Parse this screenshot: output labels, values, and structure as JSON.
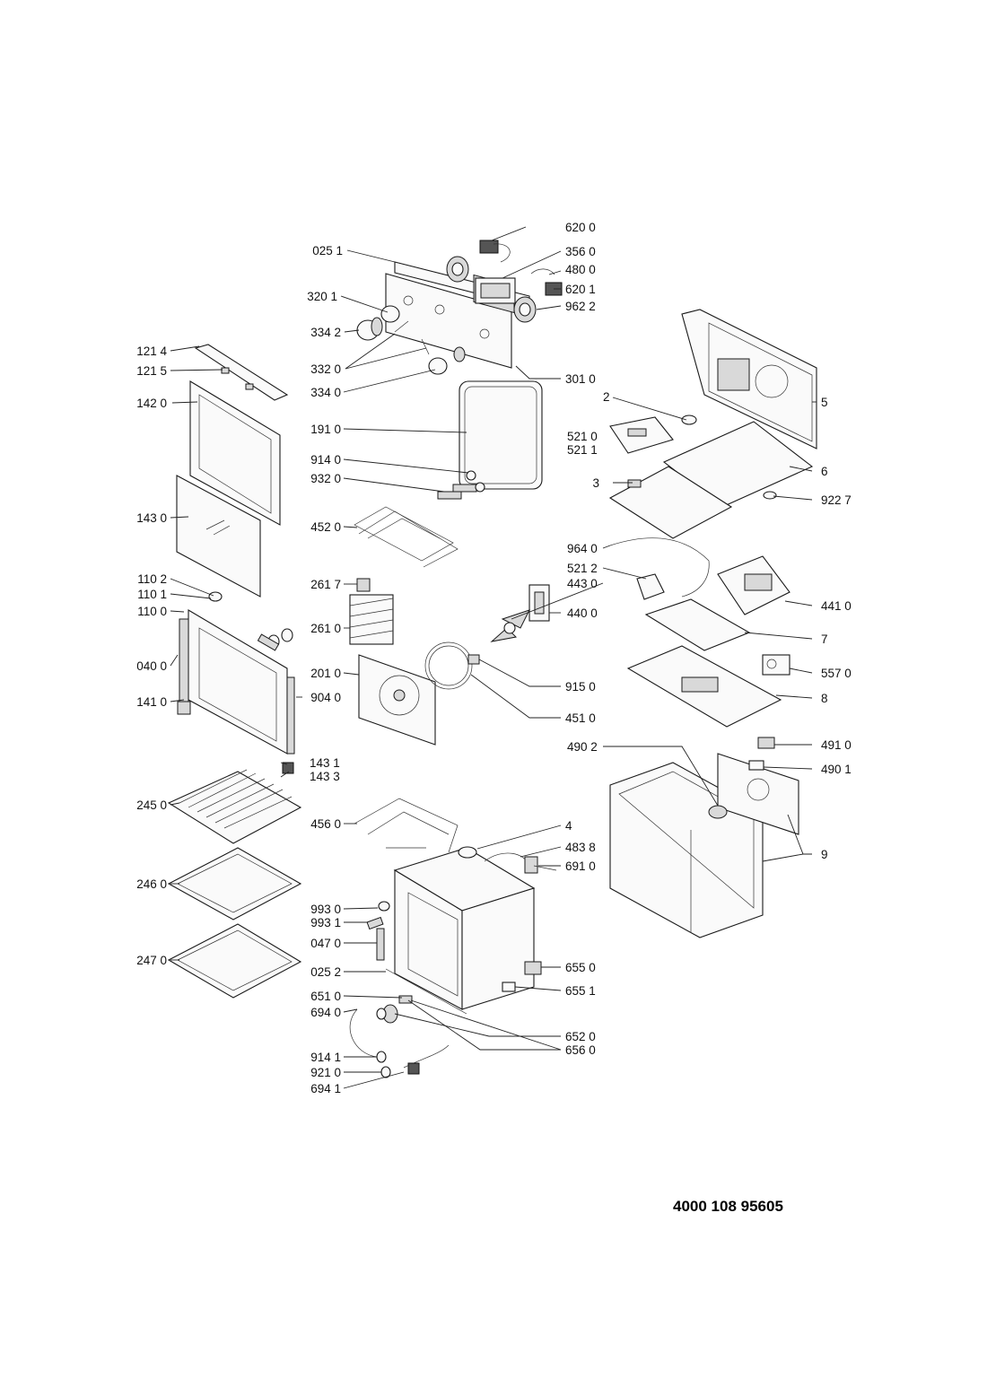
{
  "document_number": "4000 108 95605",
  "labels_right": [
    "620 0",
    "356 0",
    "480 0",
    "620 1",
    "962 2",
    "301 0",
    "5",
    "2",
    "521 0",
    "521 1",
    "6",
    "922 7",
    "964 0",
    "521 2",
    "443 0",
    "440 0",
    "441 0",
    "7",
    "557 0",
    "8",
    "915 0",
    "451 0",
    "491 0",
    "490 2",
    "490 1",
    "9",
    "4",
    "483 8",
    "691 0",
    "655 0",
    "655 1",
    "652 0",
    "656 0",
    "143 1",
    "143 3"
  ],
  "labels_left": [
    "025 1",
    "320 1",
    "334 2",
    "332 0",
    "334 0",
    "121 4",
    "121 5",
    "142 0",
    "191 0",
    "914 0",
    "932 0",
    "143 0",
    "452 0",
    "110 2",
    "110 1",
    "110 0",
    "261 7",
    "261 0",
    "040 0",
    "201 0",
    "141 0",
    "904 0",
    "3",
    "245 0",
    "456 0",
    "246 0",
    "993 0",
    "993 1",
    "047 0",
    "247 0",
    "025 2",
    "651 0",
    "694 0",
    "914 1",
    "921 0",
    "694 1"
  ]
}
